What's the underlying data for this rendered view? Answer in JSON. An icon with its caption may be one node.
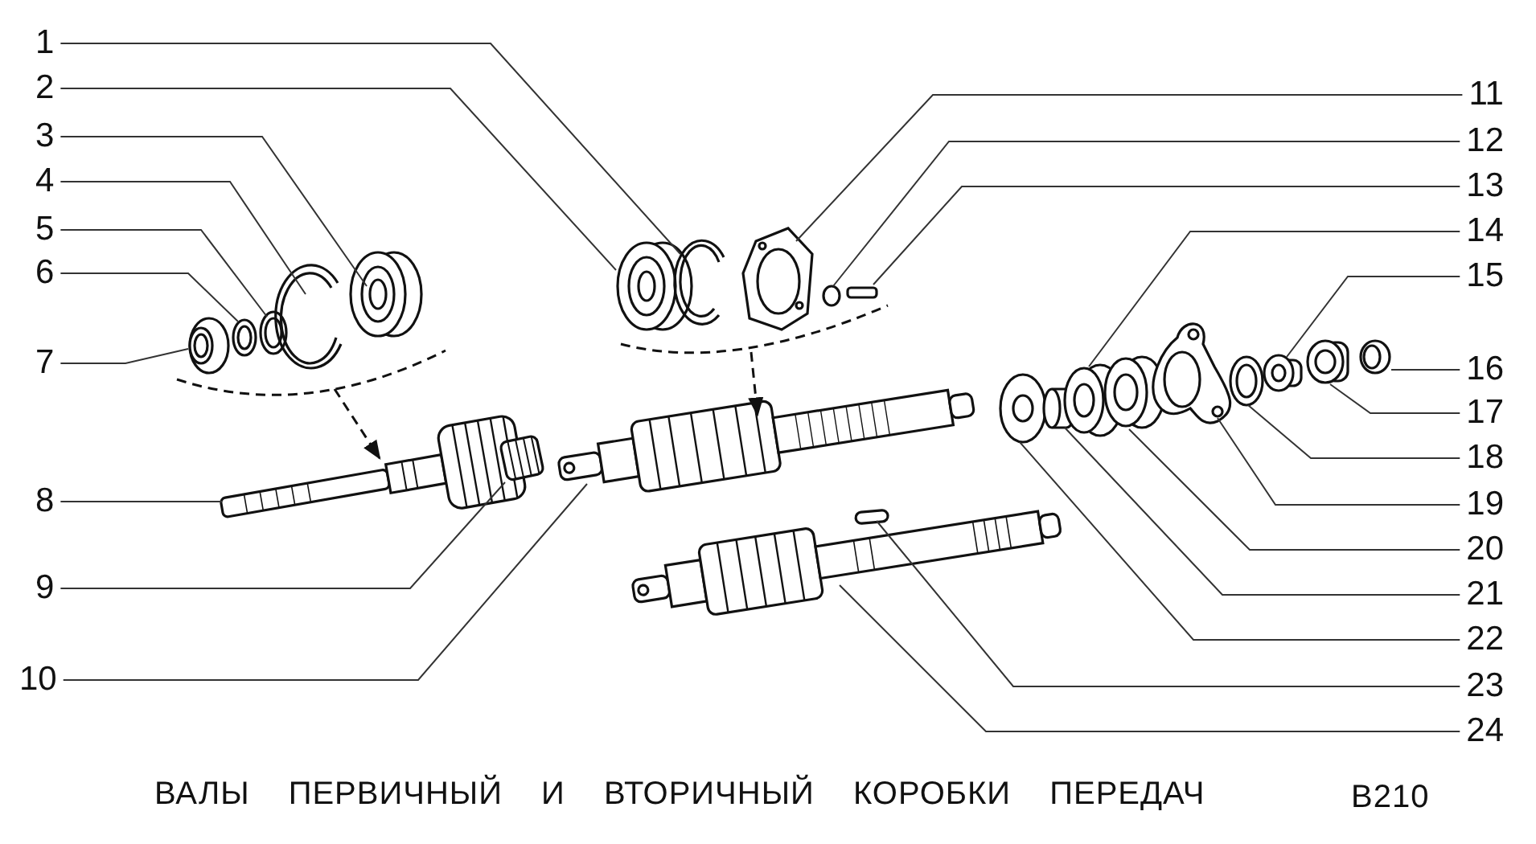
{
  "diagram": {
    "caption": "ВАЛЫ ПЕРВИЧНЫЙ И ВТОРИЧНЫЙ КОРОБКИ ПЕРЕДАЧ",
    "nodes": [
      {
        "text": [
          "1"
        ]
      },
      {
        "text": [
          "2"
        ]
      },
      {
        "text": [
          "3"
        ]
      },
      {
        "text": [
          "4"
        ]
      },
      {
        "text": [
          "5"
        ]
      },
      {
        "text": [
          "6"
        ]
      },
      {
        "text": [
          "7"
        ]
      },
      {
        "text": [
          "8"
        ]
      },
      {
        "text": [
          "9"
        ]
      },
      {
        "text": [
          "10"
        ]
      },
      {
        "text": [
          "11"
        ]
      },
      {
        "text": [
          "12"
        ]
      },
      {
        "text": [
          "13"
        ]
      },
      {
        "text": [
          "14"
        ]
      },
      {
        "text": [
          "15"
        ]
      },
      {
        "text": [
          "16"
        ]
      },
      {
        "text": [
          "17"
        ]
      },
      {
        "text": [
          "18"
        ]
      },
      {
        "text": [
          "19"
        ]
      },
      {
        "text": [
          "20"
        ]
      },
      {
        "text": [
          "21"
        ]
      },
      {
        "text": [
          "22"
        ]
      },
      {
        "text": [
          "23"
        ]
      },
      {
        "text": [
          "24"
        ]
      }
    ],
    "edges": [
      {
        "from": 0,
        "to": null,
        "arrow": "none"
      },
      {
        "from": 1,
        "to": null,
        "arrow": "none"
      },
      {
        "from": 2,
        "to": null,
        "arrow": "none"
      },
      {
        "from": 3,
        "to": null,
        "arrow": "none"
      },
      {
        "from": 4,
        "to": null,
        "arrow": "none"
      },
      {
        "from": 5,
        "to": null,
        "arrow": "none"
      },
      {
        "from": 6,
        "to": null,
        "arrow": "none"
      },
      {
        "from": 7,
        "to": null,
        "arrow": "none"
      },
      {
        "from": 8,
        "to": null,
        "arrow": "none"
      },
      {
        "from": 9,
        "to": null,
        "arrow": "none"
      },
      {
        "from": 10,
        "to": null,
        "arrow": "none"
      },
      {
        "from": 11,
        "to": null,
        "arrow": "none"
      },
      {
        "from": 12,
        "to": null,
        "arrow": "none"
      },
      {
        "from": 13,
        "to": null,
        "arrow": "none"
      },
      {
        "from": 14,
        "to": null,
        "arrow": "none"
      },
      {
        "from": 15,
        "to": null,
        "arrow": "none"
      },
      {
        "from": 16,
        "to": null,
        "arrow": "none"
      },
      {
        "from": 17,
        "to": null,
        "arrow": "none"
      },
      {
        "from": 18,
        "to": null,
        "arrow": "none"
      },
      {
        "from": 19,
        "to": null,
        "arrow": "none"
      },
      {
        "from": 20,
        "to": null,
        "arrow": "none"
      },
      {
        "from": 21,
        "to": null,
        "arrow": "none"
      },
      {
        "from": 22,
        "to": null,
        "arrow": "none"
      },
      {
        "from": 23,
        "to": null,
        "arrow": "none"
      }
    ],
    "labels": [
      "В210"
    ]
  }
}
